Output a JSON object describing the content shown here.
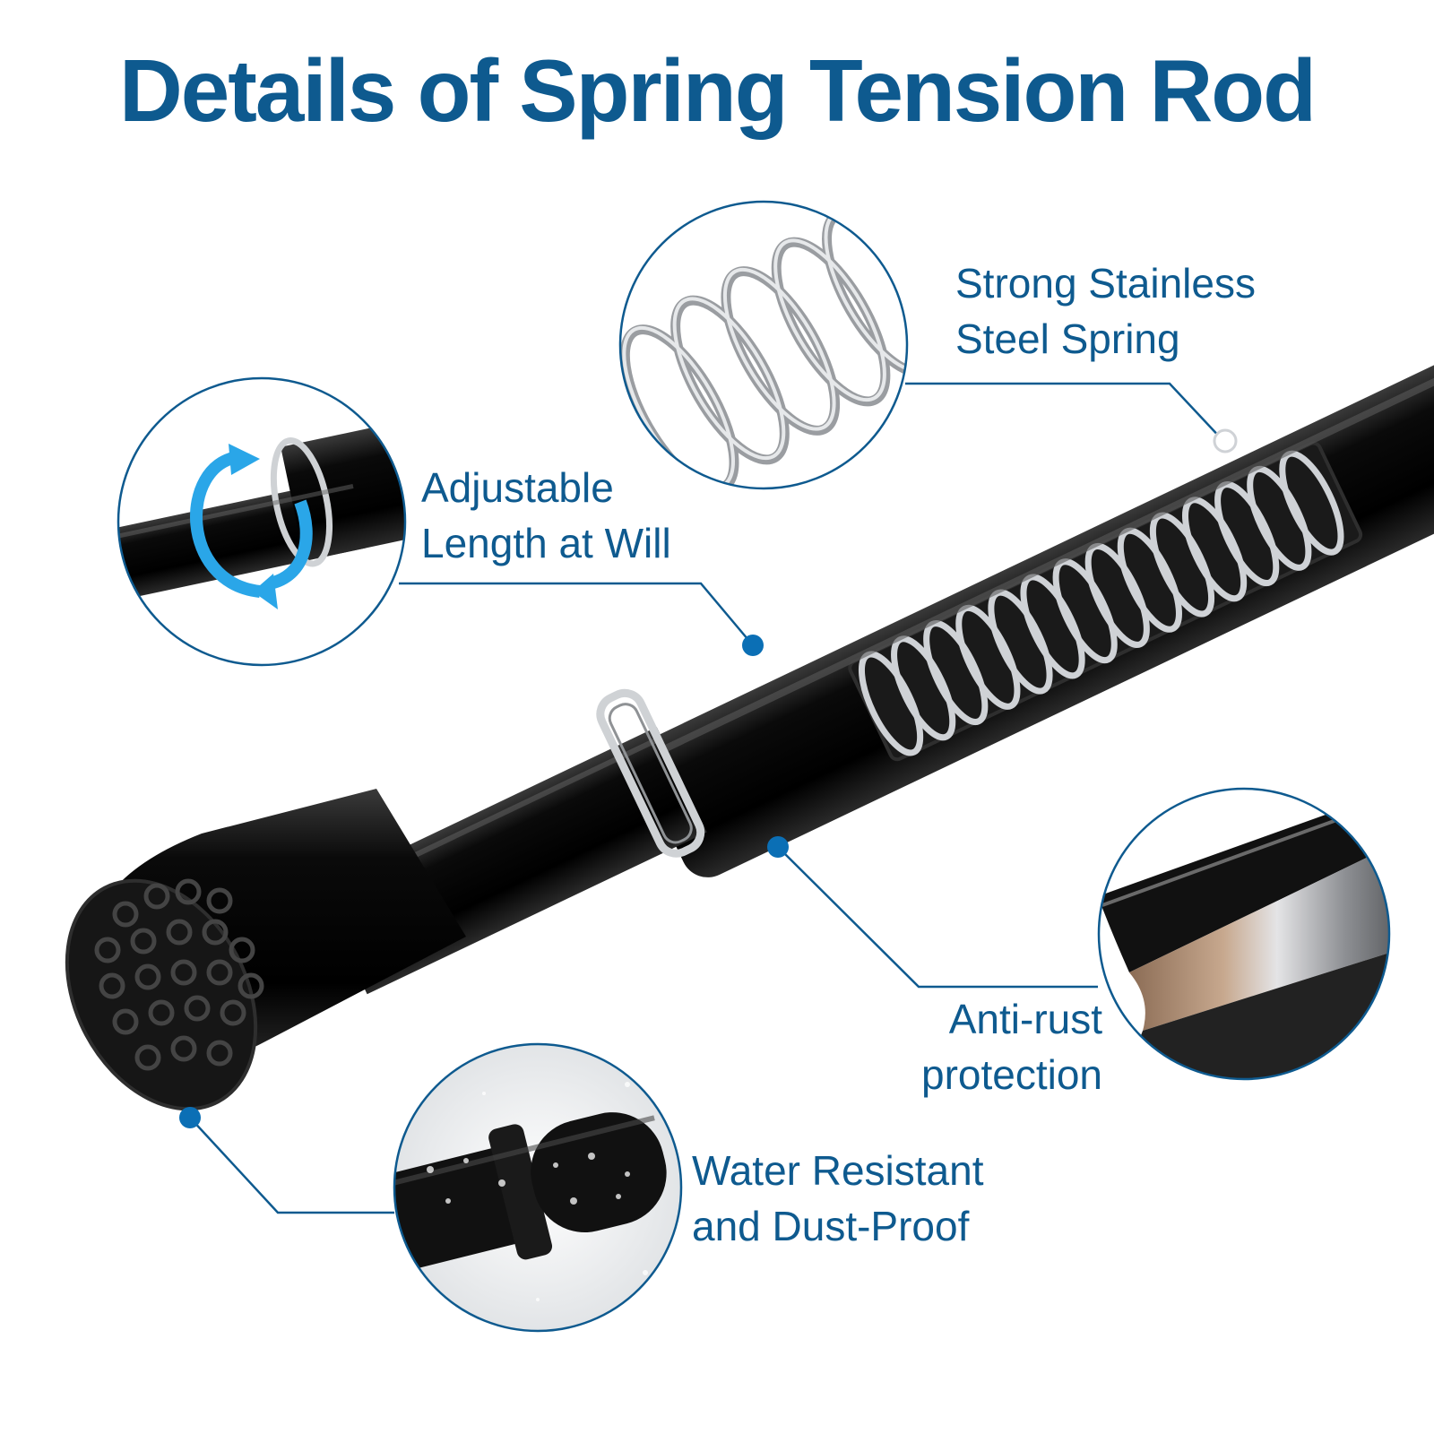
{
  "title": "Details of Spring Tension Rod",
  "colors": {
    "accent": "#0e5a8f",
    "callout_dot": "#0b6fb5",
    "rotate_arrow": "#2aa6e8",
    "rod": "#0b0b0b",
    "steel": "#b9bcc0"
  },
  "features": {
    "adjustable": {
      "line1": "Adjustable",
      "line2": "Length at Will",
      "icon": "rotate-arrows-icon"
    },
    "spring": {
      "line1": "Strong Stainless",
      "line2": "Steel Spring",
      "icon": "coil-spring-icon"
    },
    "rust": {
      "line1": "Anti-rust",
      "line2": "protection",
      "icon": "layered-tube-icon"
    },
    "water": {
      "line1": "Water Resistant",
      "line2": "and Dust-Proof",
      "icon": "water-droplets-icon"
    }
  }
}
